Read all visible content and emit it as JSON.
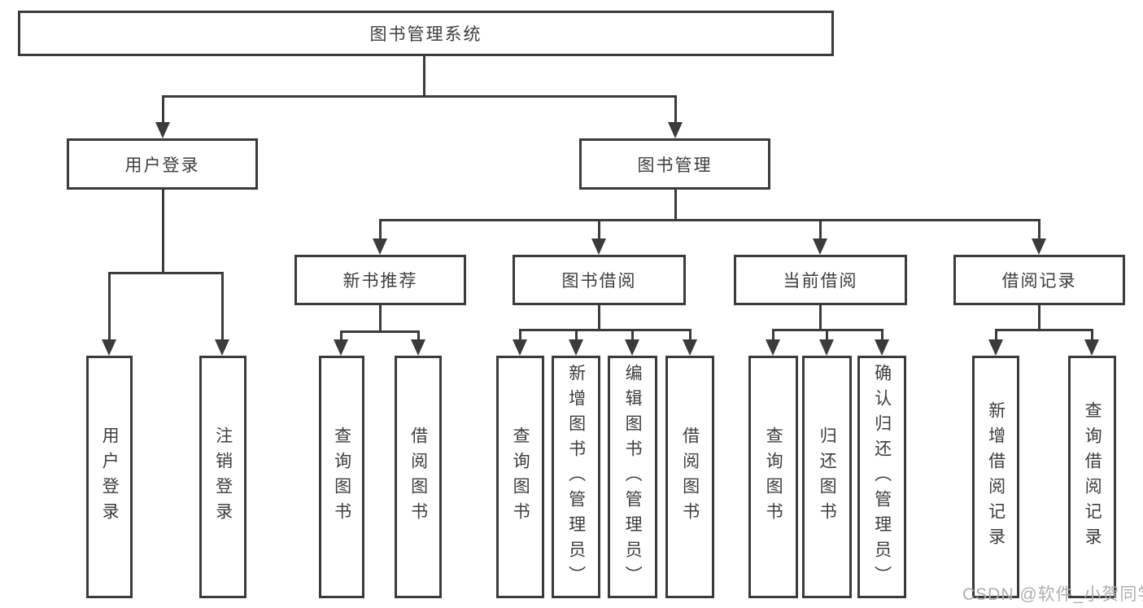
{
  "diagram": {
    "title": "图书管理系统",
    "watermark": "CSDN @软件_小贺同学",
    "colors": {
      "line": "#3b3b3b",
      "text": "#3d3d3d",
      "background": "#ffffff",
      "watermark": "#aeaeae"
    },
    "nodes": {
      "root": "图书管理系统",
      "user_login": "用户登录",
      "book_management": "图书管理",
      "login": "用户登录",
      "logout": "注销登录",
      "new_book_recommend": "新书推荐",
      "book_borrow": "图书借阅",
      "current_borrow": "当前借阅",
      "borrow_records": "借阅记录",
      "nbr_query_books": "查询图书",
      "nbr_borrow_books": "借阅图书",
      "bb_query_books": "查询图书",
      "bb_add_books": "新增图书（管理员）",
      "bb_edit_books": "编辑图书（管理员）",
      "bb_borrow_books": "借阅图书",
      "cb_query_books": "查询图书",
      "cb_return_books": "归还图书",
      "cb_confirm_return": "确认归还（管理员）",
      "br_add_record": "新增借阅记录",
      "br_query_record": "查询借阅记录"
    },
    "edges": [
      [
        "root",
        "user_login"
      ],
      [
        "root",
        "book_management"
      ],
      [
        "user_login",
        "login"
      ],
      [
        "user_login",
        "logout"
      ],
      [
        "book_management",
        "new_book_recommend"
      ],
      [
        "book_management",
        "book_borrow"
      ],
      [
        "book_management",
        "current_borrow"
      ],
      [
        "book_management",
        "borrow_records"
      ],
      [
        "new_book_recommend",
        "nbr_query_books"
      ],
      [
        "new_book_recommend",
        "nbr_borrow_books"
      ],
      [
        "book_borrow",
        "bb_query_books"
      ],
      [
        "book_borrow",
        "bb_add_books"
      ],
      [
        "book_borrow",
        "bb_edit_books"
      ],
      [
        "book_borrow",
        "bb_borrow_books"
      ],
      [
        "current_borrow",
        "cb_query_books"
      ],
      [
        "current_borrow",
        "cb_return_books"
      ],
      [
        "current_borrow",
        "cb_confirm_return"
      ],
      [
        "borrow_records",
        "br_add_record"
      ],
      [
        "borrow_records",
        "br_query_record"
      ]
    ]
  }
}
